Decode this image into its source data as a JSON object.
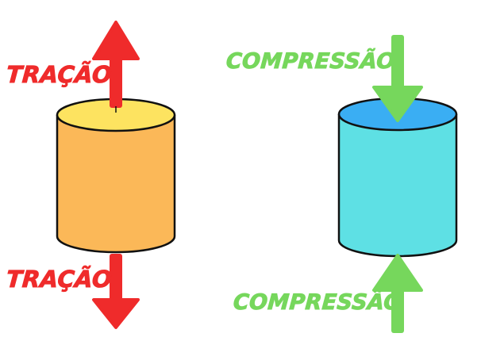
{
  "labels": {
    "tension_top": "TRAÇÃO",
    "tension_bottom": "TRAÇÃO",
    "compression_top": "COMPRESSÃO",
    "compression_bottom": "COMPRESSÃO"
  },
  "colors": {
    "tension": "#ef2b2b",
    "compression": "#76d75c",
    "tension_cylinder_body": "#fbb858",
    "tension_cylinder_top": "#fde360",
    "compression_cylinder_body": "#5ee0e4",
    "compression_cylinder_top": "#3aaef3",
    "outline": "#111111"
  }
}
